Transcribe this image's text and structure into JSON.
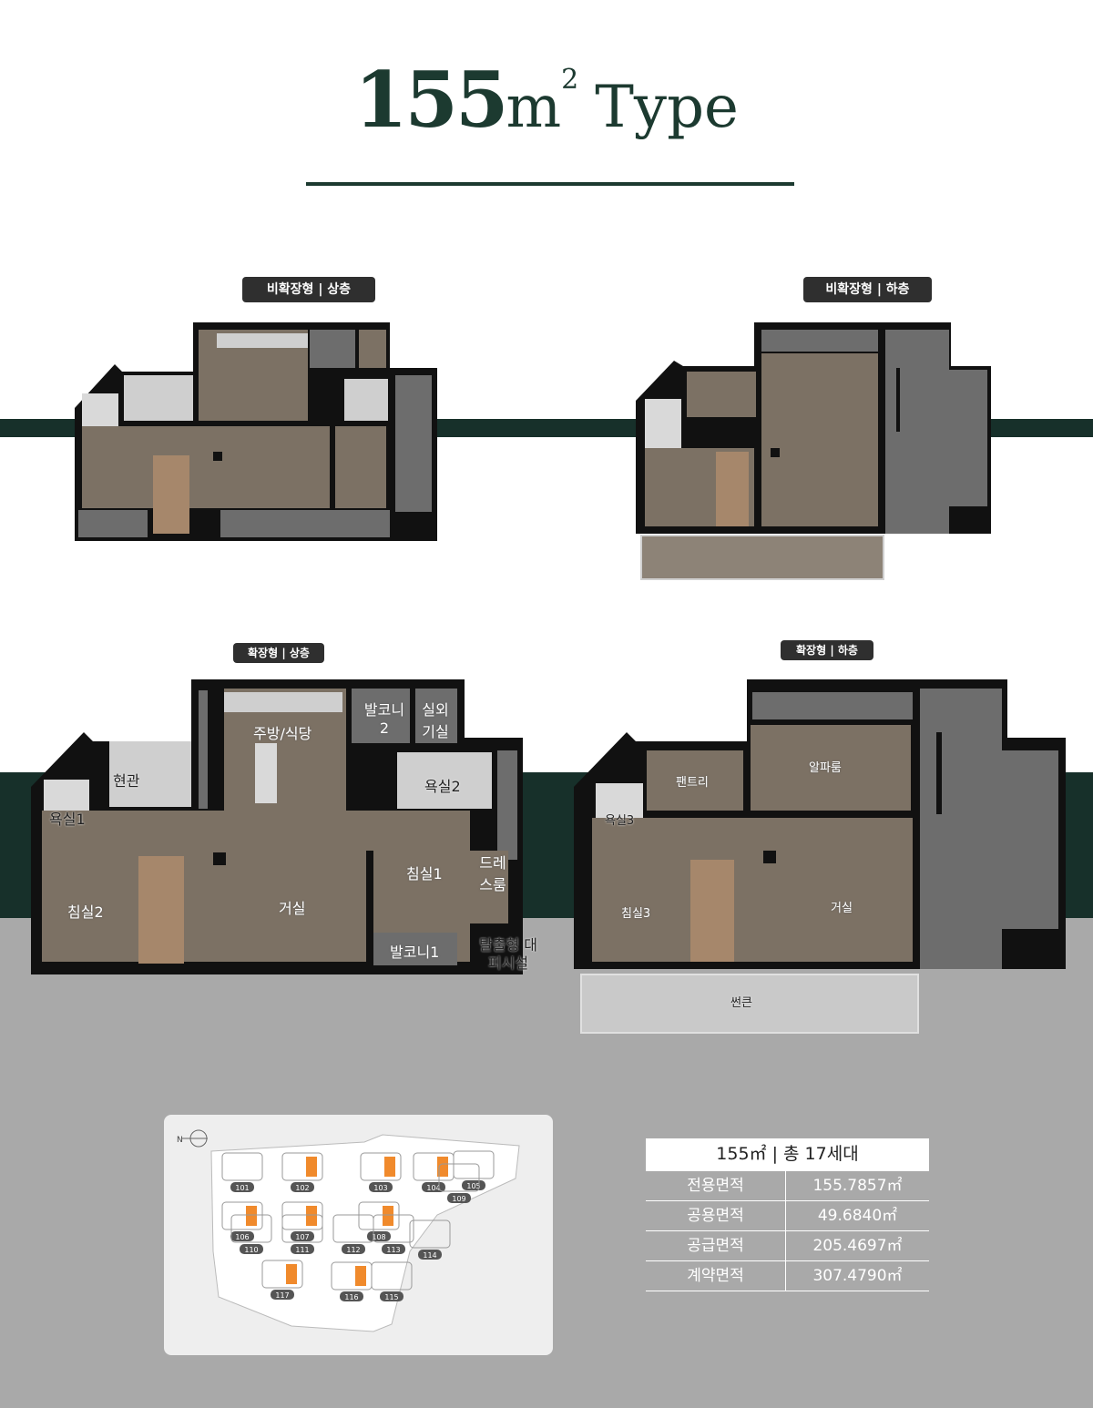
{
  "title": {
    "number": "155",
    "unit": "m",
    "sup": "2",
    "type": "Type"
  },
  "labels": {
    "p1": "비확장형 | 상층",
    "p2": "비확장형 | 하층",
    "p3": "확장형 | 상층",
    "p4": "확장형 | 하층"
  },
  "rooms_upper": {
    "kitchen": "주방/식당",
    "balcony2": "발코니 2",
    "outdoor_unit": "실외 기실",
    "entrance": "현관",
    "bath1": "욕실1",
    "bath2": "욕실2",
    "living": "거실",
    "bed1": "침실1",
    "bed2": "침실2",
    "dress": "드레 스룸",
    "balcony1": "발코니1",
    "escape": "탈출형 대피시설"
  },
  "rooms_lower": {
    "pantry": "팬트리",
    "alpha": "알파룸",
    "bath3": "욕실3",
    "bed3": "침실3",
    "living": "거실",
    "sunken": "썬큰"
  },
  "site": {
    "buildings": [
      "101",
      "102",
      "103",
      "104",
      "105",
      "106",
      "107",
      "108",
      "109",
      "110",
      "111",
      "112",
      "113",
      "114",
      "115",
      "116",
      "117"
    ]
  },
  "table": {
    "header": "155㎡ | 총 17세대",
    "rows": [
      {
        "k": "전용면적",
        "v": "155.7857㎡"
      },
      {
        "k": "공용면적",
        "v": "49.6840㎡"
      },
      {
        "k": "공급면적",
        "v": "205.4697㎡"
      },
      {
        "k": "계약면적",
        "v": "307.4790㎡"
      }
    ]
  },
  "colors": {
    "brand": "#1c3a30",
    "band": "#17302a",
    "floor": "#7c7164",
    "wall": "#111111",
    "grey_bg": "#a9a9a9",
    "highlight": "#f08a2c"
  }
}
